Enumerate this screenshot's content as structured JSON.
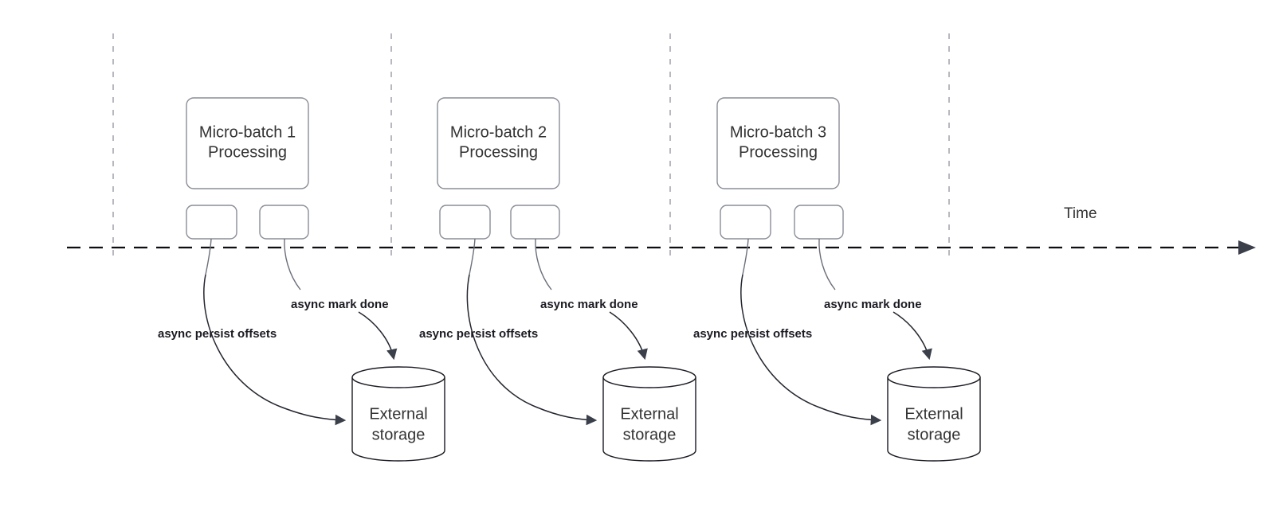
{
  "diagram": {
    "title_label": "Time",
    "axis": {
      "name": "timeline-axis",
      "label": "Time",
      "direction": "left-to-right",
      "style": "dashed-with-arrow"
    },
    "tick_lines": 4,
    "groups": [
      {
        "id": "group-1",
        "process_box": {
          "line1": "Micro-batch 1",
          "line2": "Processing"
        },
        "task_boxes": [
          "",
          ""
        ],
        "edges": [
          {
            "label": "async persist offsets",
            "from": "task-box-left",
            "to": "external-storage"
          },
          {
            "label": "async mark done",
            "from": "task-box-right",
            "to": "external-storage"
          }
        ],
        "storage": {
          "line1": "External",
          "line2": "storage"
        }
      },
      {
        "id": "group-2",
        "process_box": {
          "line1": "Micro-batch 2",
          "line2": "Processing"
        },
        "task_boxes": [
          "",
          ""
        ],
        "edges": [
          {
            "label": "async persist offsets",
            "from": "task-box-left",
            "to": "external-storage"
          },
          {
            "label": "async mark done",
            "from": "task-box-right",
            "to": "external-storage"
          }
        ],
        "storage": {
          "line1": "External",
          "line2": "storage"
        }
      },
      {
        "id": "group-3",
        "process_box": {
          "line1": "Micro-batch 3",
          "line2": "Processing"
        },
        "task_boxes": [
          "",
          ""
        ],
        "edges": [
          {
            "label": "async persist offsets",
            "from": "task-box-left",
            "to": "external-storage"
          },
          {
            "label": "async mark done",
            "from": "task-box-right",
            "to": "external-storage"
          }
        ],
        "storage": {
          "line1": "External",
          "line2": "storage"
        }
      }
    ],
    "colors": {
      "background": "#ffffff",
      "box_stroke": "#8a8d97",
      "shape_stroke": "#1b1b23",
      "text": "#333333",
      "edge_label_text": "#1b1b23",
      "edge_stroke": "#23262e",
      "timeline": "#0d0d12",
      "tick_line": "#b8b8c0"
    }
  }
}
